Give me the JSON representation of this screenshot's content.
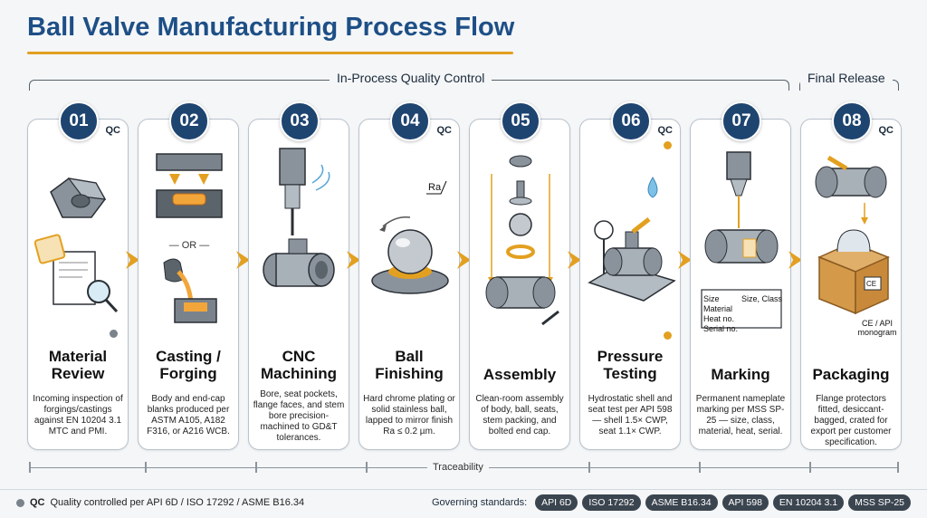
{
  "title": "Ball Valve Manufacturing Process Flow",
  "brackets": {
    "in_process": "In-Process Quality Control",
    "final": "Final Release"
  },
  "qc_marker": "QC",
  "stages": [
    {
      "number": "01",
      "name": "Material Review",
      "description": "Incoming inspection of forgings/castings against EN 10204 3.1 MTC and PMI."
    },
    {
      "number": "02",
      "name": "Casting / Forging",
      "description": "Body and end-cap blanks produced per ASTM A105, A182 F316, or A216 WCB.",
      "or_label": "OR"
    },
    {
      "number": "03",
      "name": "CNC Machining",
      "description": "Bore, seat pockets, flange faces, and stem bore precision-machined to GD&T tolerances."
    },
    {
      "number": "04",
      "name": "Ball Finishing",
      "description": "Hard chrome plating or solid stainless ball, lapped to mirror finish Ra ≤ 0.2 µm.",
      "ra_label": "Ra"
    },
    {
      "number": "05",
      "name": "Assembly",
      "description": "Clean-room assembly of body, ball, seats, stem packing, and bolted end cap."
    },
    {
      "number": "06",
      "name": "Pressure Testing",
      "description": "Hydrostatic shell and seat test per API 598 — shell 1.5× CWP, seat 1.1× CWP."
    },
    {
      "number": "07",
      "name": "Marking",
      "description": "Permanent nameplate marking per MSS SP-25 — size, class, material, heat, serial.",
      "nameplate": {
        "size": "Size",
        "class": "Size, Class",
        "material": "Material",
        "heat": "Heat no.",
        "serial": "Serial no."
      }
    },
    {
      "number": "08",
      "name": "Packaging",
      "description": "Flange protectors fitted, desiccant-bagged, crated for export per customer specification.",
      "ce": "CE",
      "monogram": "CE / API monogram"
    }
  ],
  "traceability": "Traceability",
  "footer": {
    "qc": "QC",
    "qc_text": "Quality controlled per API 6D / ISO 17292 / ASME B16.34",
    "standards_label": "Governing standards:",
    "standards": [
      "API 6D",
      "ISO 17292",
      "ASME B16.34",
      "API 598",
      "EN 10204 3.1",
      "MSS SP-25"
    ]
  },
  "colors": {
    "accent": "#e3a020",
    "navy": "#1e4470",
    "title": "#1e4f86"
  }
}
